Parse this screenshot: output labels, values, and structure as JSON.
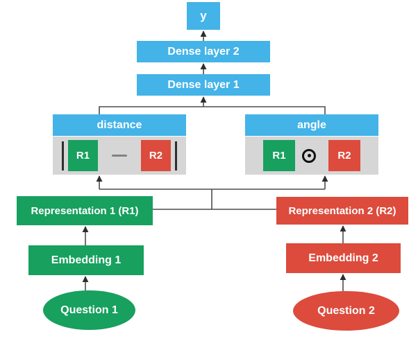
{
  "nodes": {
    "y": {
      "label": "y"
    },
    "dense2": {
      "label": "Dense layer 2"
    },
    "dense1": {
      "label": "Dense layer 1"
    },
    "distance": {
      "label": "distance",
      "left": "R1",
      "right": "R2",
      "operator_icon": "minus-icon",
      "wrapper_icon": "absolute-value-bars"
    },
    "angle": {
      "label": "angle",
      "left": "R1",
      "right": "R2",
      "operator_icon": "circled-dot-icon"
    },
    "rep1": {
      "label": "Representation 1 (R1)"
    },
    "rep2": {
      "label": "Representation 2 (R2)"
    },
    "emb1": {
      "label": "Embedding 1"
    },
    "emb2": {
      "label": "Embedding 2"
    },
    "q1": {
      "label": "Question 1"
    },
    "q2": {
      "label": "Question 2"
    }
  },
  "edges": [
    "Question 1 -> Embedding 1",
    "Embedding 1 -> Representation 1 (R1)",
    "Question 2 -> Embedding 2",
    "Embedding 2 -> Representation 2 (R2)",
    "Representation 1 (R1) -> distance",
    "Representation 1 (R1) -> angle",
    "Representation 2 (R2) -> distance",
    "Representation 2 (R2) -> angle",
    "distance -> Dense layer 1",
    "angle -> Dense layer 1",
    "Dense layer 1 -> Dense layer 2",
    "Dense layer 2 -> y"
  ],
  "colors": {
    "blue": "#43b3e8",
    "green": "#17a05e",
    "red": "#dc4b3c",
    "panel_gray": "#d6d6d6",
    "line": "#4c4c4c",
    "arrowhead": "#2e2e2e",
    "text": "#ffffff"
  }
}
